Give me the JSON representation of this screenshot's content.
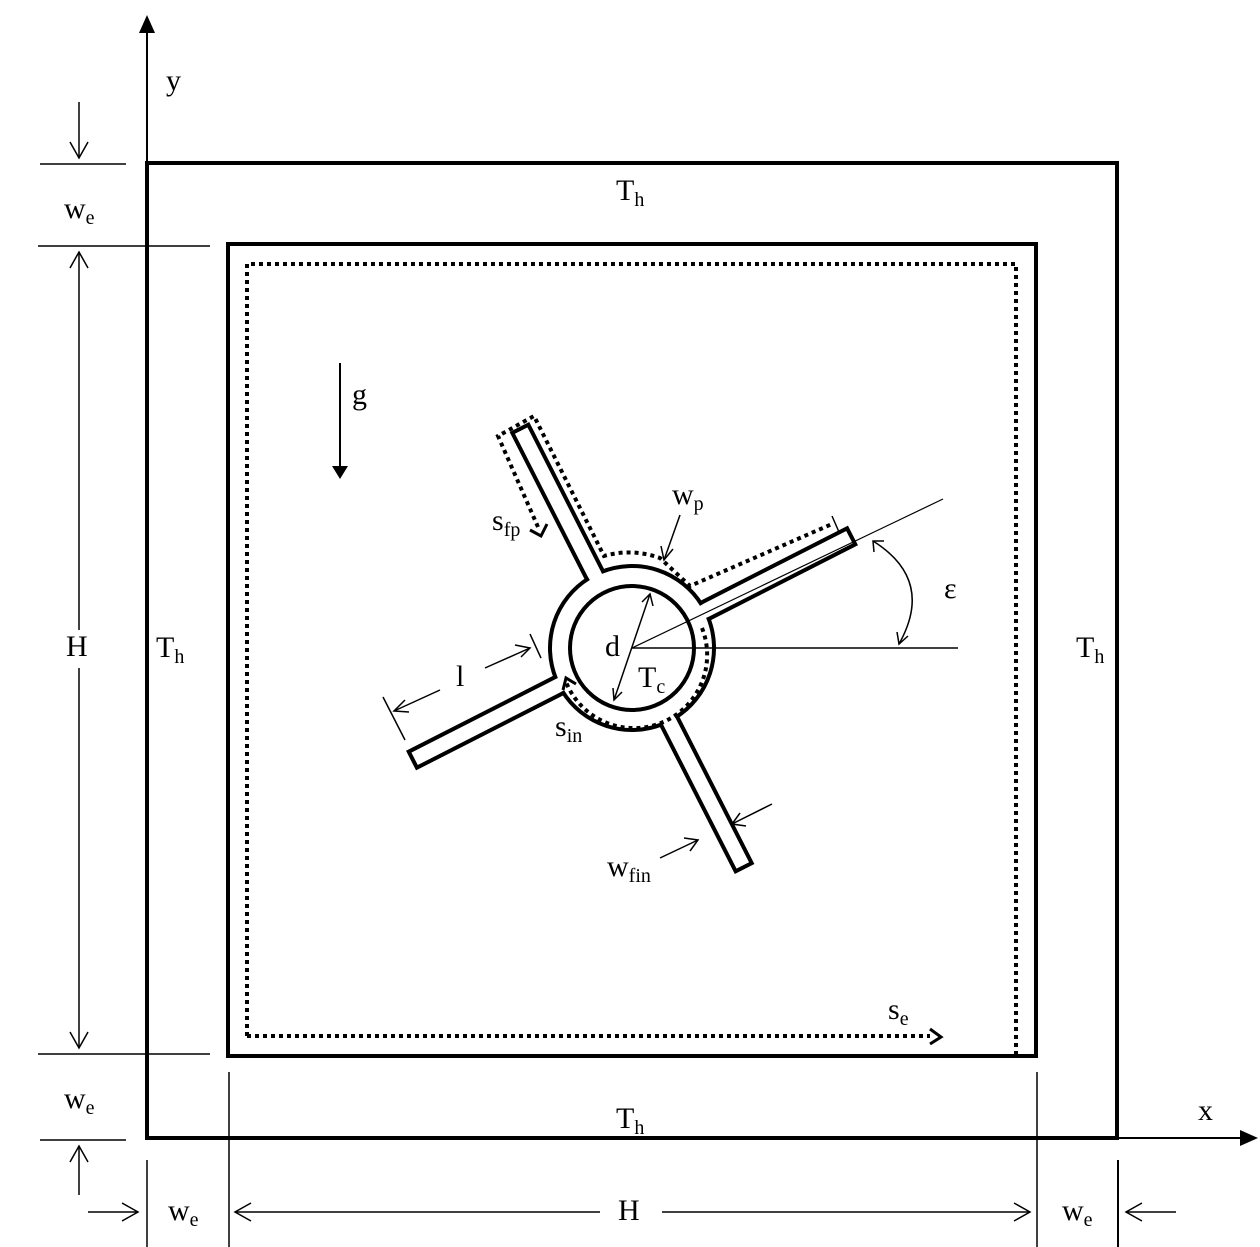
{
  "figure": {
    "description": "Schematic of a square enclosure with a finned circular cylinder at the center",
    "colors": {
      "stroke": "#000000",
      "background": "#ffffff"
    }
  },
  "axes": {
    "x_label": "x",
    "y_label": "y"
  },
  "gravity": {
    "label": "g"
  },
  "labels": {
    "top_wall": {
      "main": "T",
      "sub": "h"
    },
    "bottom_wall": {
      "main": "T",
      "sub": "h"
    },
    "left_wall": {
      "main": "T",
      "sub": "h"
    },
    "right_wall": {
      "main": "T",
      "sub": "h"
    },
    "cylinder_temp": {
      "main": "T",
      "sub": "c"
    },
    "diameter": "d",
    "fin_length": "l",
    "angle": "ε",
    "fin_pitch": {
      "main": "w",
      "sub": "p"
    },
    "fin_width": {
      "main": "w",
      "sub": "fin"
    },
    "s_fp": {
      "main": "s",
      "sub": "fp"
    },
    "s_in": {
      "main": "s",
      "sub": "in"
    },
    "s_e": {
      "main": "s",
      "sub": "e"
    }
  },
  "dimensions": {
    "left_top_we": {
      "main": "w",
      "sub": "e"
    },
    "left_H": "H",
    "left_bottom_we": {
      "main": "w",
      "sub": "e"
    },
    "bottom_left_we": {
      "main": "w",
      "sub": "e"
    },
    "bottom_H": "H",
    "bottom_right_we": {
      "main": "w",
      "sub": "e"
    }
  }
}
